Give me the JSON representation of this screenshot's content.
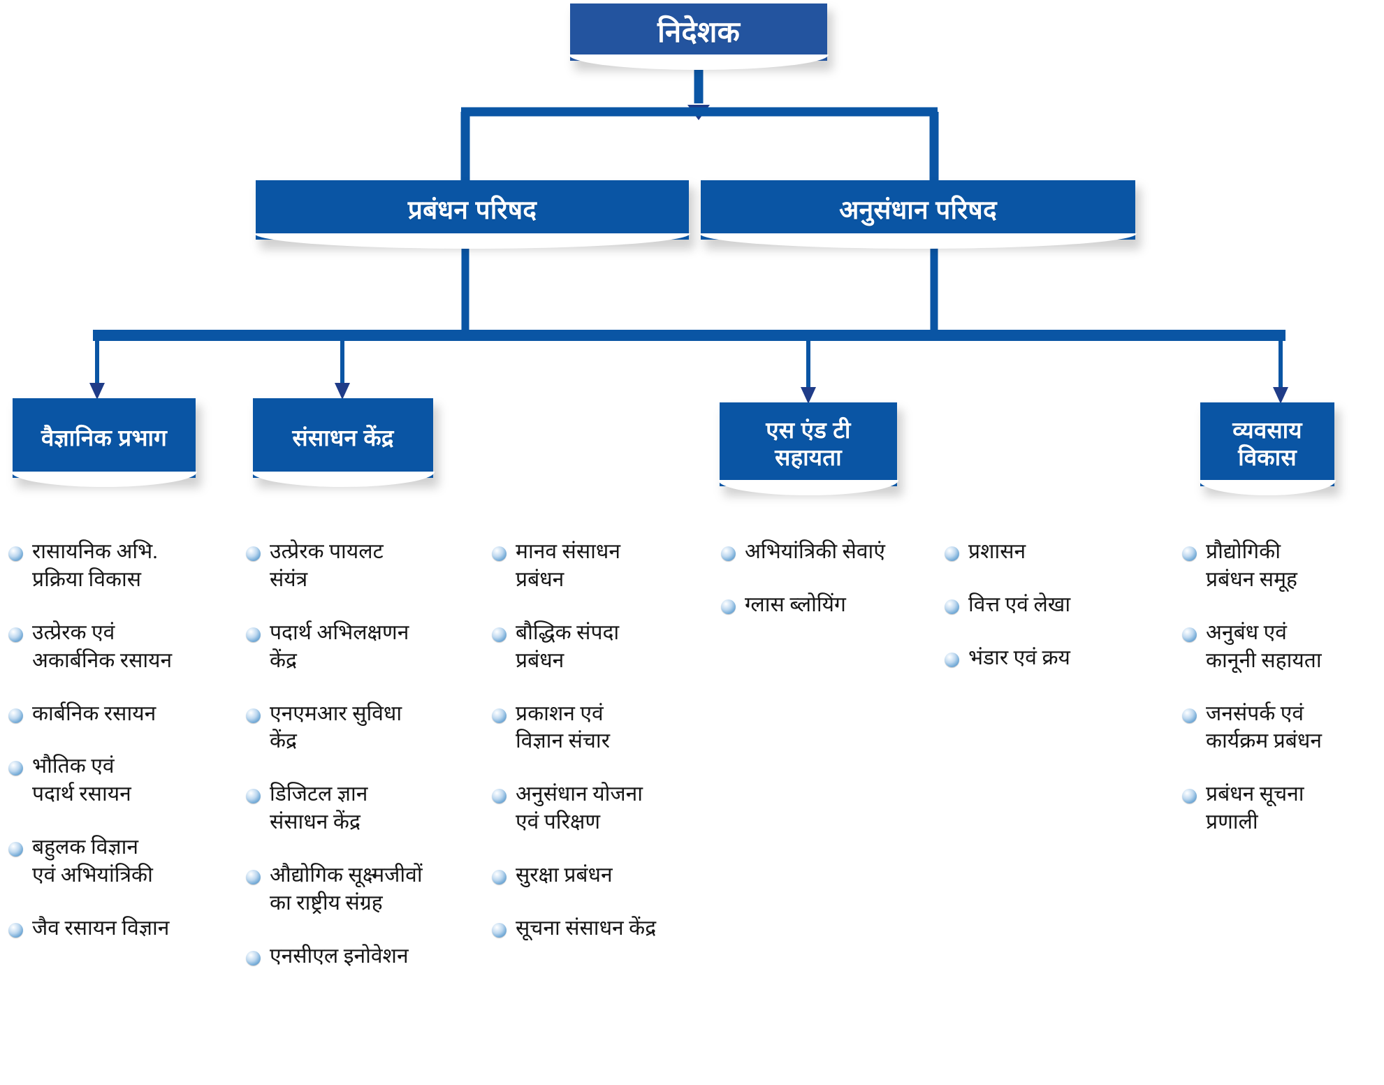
{
  "chart": {
    "title": "निदेशक",
    "type": "organization-chart",
    "accent_dark": "#23549F",
    "accent": "#0A55A4",
    "arrow_color": "#1F3C88",
    "text_color": "#FFFFFF"
  },
  "nodes": {
    "director": "निदेशक",
    "level2": [
      {
        "label": "प्रबंधन परिषद"
      },
      {
        "label": "अनुसंधान परिषद"
      }
    ],
    "level3": [
      {
        "label": "वैज्ञानिक प्रभाग"
      },
      {
        "label": "संसाधन केंद्र"
      },
      {
        "label": "एस एंड टी\nसहायता"
      },
      {
        "label": "व्यवसाय\nविकास"
      }
    ]
  },
  "columns": [
    {
      "id": "col1",
      "items": [
        "रासायनिक अभि.\nप्रक्रिया विकास",
        "उत्प्रेरक एवं\nअकार्बनिक रसायन",
        "कार्बनिक रसायन",
        "भौतिक एवं\nपदार्थ रसायन",
        "बहुलक विज्ञान\nएवं अभियांत्रिकी",
        "जैव रसायन विज्ञान"
      ]
    },
    {
      "id": "col2",
      "items": [
        "उत्प्रेरक पायलट\nसंयंत्र",
        "पदार्थ अभिलक्षणन\nकेंद्र",
        "एनएमआर सुविधा\nकेंद्र",
        "डिजिटल ज्ञान\nसंसाधन केंद्र",
        "औद्योगिक सूक्ष्मजीवों\nका राष्ट्रीय संग्रह",
        "एनसीएल इनोवेशन"
      ]
    },
    {
      "id": "col3",
      "items": [
        "मानव संसाधन\nप्रबंधन",
        "बौद्धिक संपदा\nप्रबंधन",
        "प्रकाशन एवं\nविज्ञान संचार",
        "अनुसंधान योजना\nएवं परिक्षण",
        "सुरक्षा प्रबंधन",
        "सूचना संसाधन केंद्र"
      ]
    },
    {
      "id": "col4",
      "items": [
        "अभियांत्रिकी सेवाएं",
        "ग्लास ब्लोयिंग"
      ]
    },
    {
      "id": "col5",
      "items": [
        "प्रशासन",
        "वित्त एवं लेखा",
        "भंडार एवं क्रय"
      ]
    },
    {
      "id": "col6",
      "items": [
        "प्रौद्योगिकी\nप्रबंधन समूह",
        "अनुबंध एवं\nकानूनी सहायता",
        "जनसंपर्क एवं\nकार्यक्रम प्रबंधन",
        "प्रबंधन सूचना\nप्रणाली"
      ]
    }
  ]
}
